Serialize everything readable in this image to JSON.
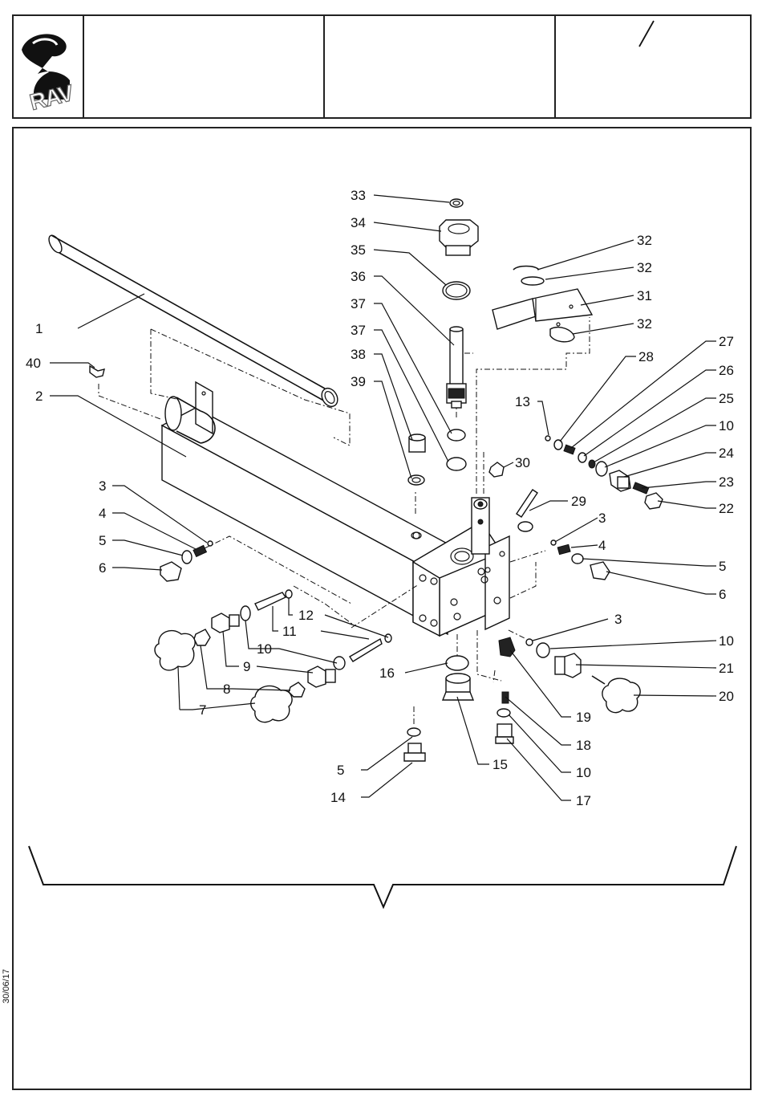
{
  "logo": {
    "text": "RAV",
    "icon": "rav-logo-icon"
  },
  "header": {
    "reference_mark": "/"
  },
  "date_stamp": "30/06/17",
  "callouts": {
    "c1": "1",
    "c2": "2",
    "c3a": "3",
    "c3b": "3",
    "c3c": "3",
    "c4a": "4",
    "c4b": "4",
    "c5a": "5",
    "c5b": "5",
    "c5c": "5",
    "c6a": "6",
    "c6b": "6",
    "c7": "7",
    "c8": "8",
    "c9": "9",
    "c10a": "10",
    "c10b": "10",
    "c10c": "10",
    "c10d": "10",
    "c11": "11",
    "c12": "12",
    "c13": "13",
    "c14": "14",
    "c15": "15",
    "c16": "16",
    "c17": "17",
    "c18": "18",
    "c19": "19",
    "c20": "20",
    "c21": "21",
    "c22": "22",
    "c23": "23",
    "c24": "24",
    "c25": "25",
    "c26": "26",
    "c27": "27",
    "c28": "28",
    "c29": "29",
    "c30": "30",
    "c31": "31",
    "c32a": "32",
    "c32b": "32",
    "c32c": "32",
    "c33": "33",
    "c34": "34",
    "c35": "35",
    "c36": "36",
    "c37a": "37",
    "c37b": "37",
    "c38": "38",
    "c39": "39",
    "c40": "40"
  }
}
